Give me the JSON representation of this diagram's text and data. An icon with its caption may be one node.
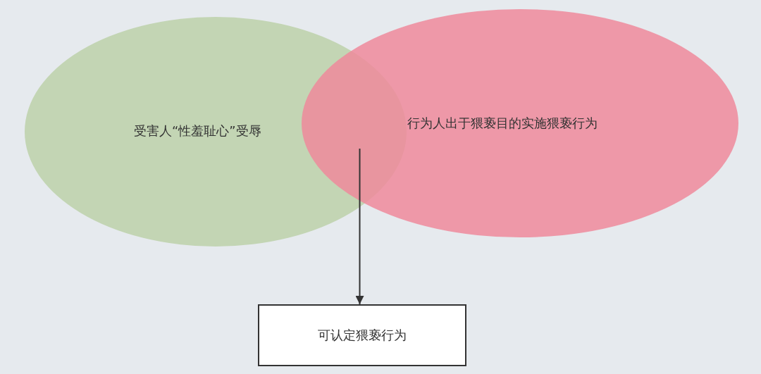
{
  "diagram": {
    "nodes": [
      {
        "text": [
          "受害人“性羞耻心”受辱"
        ]
      },
      {
        "text": [
          "行为人出于猥亵目的实施猥亵行为"
        ]
      },
      {
        "text": [
          "可认定猥亵行为"
        ]
      }
    ],
    "edges": [
      {
        "from": 0,
        "to": 2,
        "arrow": "to"
      },
      {
        "from": 1,
        "to": 2,
        "arrow": "to"
      }
    ]
  }
}
